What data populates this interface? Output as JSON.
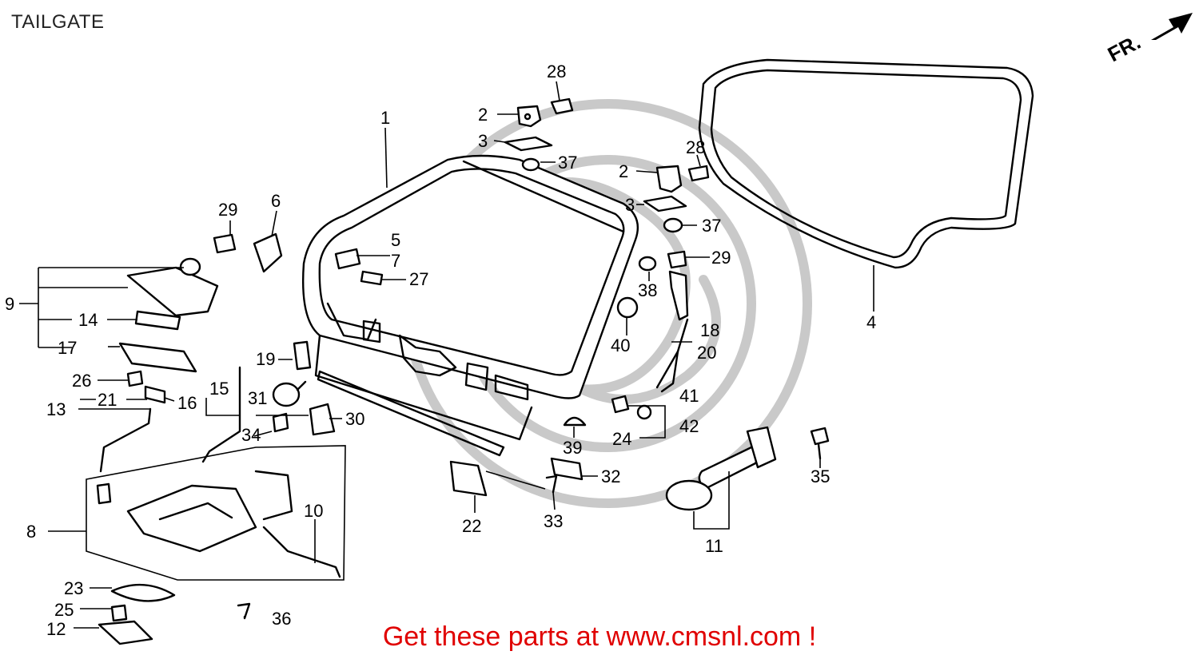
{
  "title": "TAILGATE",
  "direction_label": "FR.",
  "promo_text": "Get these parts at www.cmsnl.com !",
  "colors": {
    "promo": "#e00000",
    "linework": "#000000",
    "watermark": "#c9c9c9"
  },
  "callouts": {
    "c1": "1",
    "c2a": "2",
    "c2b": "2",
    "c3a": "3",
    "c3b": "3",
    "c4": "4",
    "c5": "5",
    "c6": "6",
    "c7": "7",
    "c8": "8",
    "c9": "9",
    "c10": "10",
    "c11": "11",
    "c12": "12",
    "c13": "13",
    "c14": "14",
    "c15": "15",
    "c16": "16",
    "c17": "17",
    "c18": "18",
    "c19": "19",
    "c20": "20",
    "c21": "21",
    "c22": "22",
    "c23": "23",
    "c24": "24",
    "c25": "25",
    "c26": "26",
    "c27": "27",
    "c28a": "28",
    "c28b": "28",
    "c29a": "29",
    "c29b": "29",
    "c30": "30",
    "c31": "31",
    "c32": "32",
    "c33": "33",
    "c34": "34",
    "c35": "35",
    "c36": "36",
    "c37a": "37",
    "c37b": "37",
    "c38": "38",
    "c39": "39",
    "c40": "40",
    "c41": "41",
    "c42": "42"
  }
}
